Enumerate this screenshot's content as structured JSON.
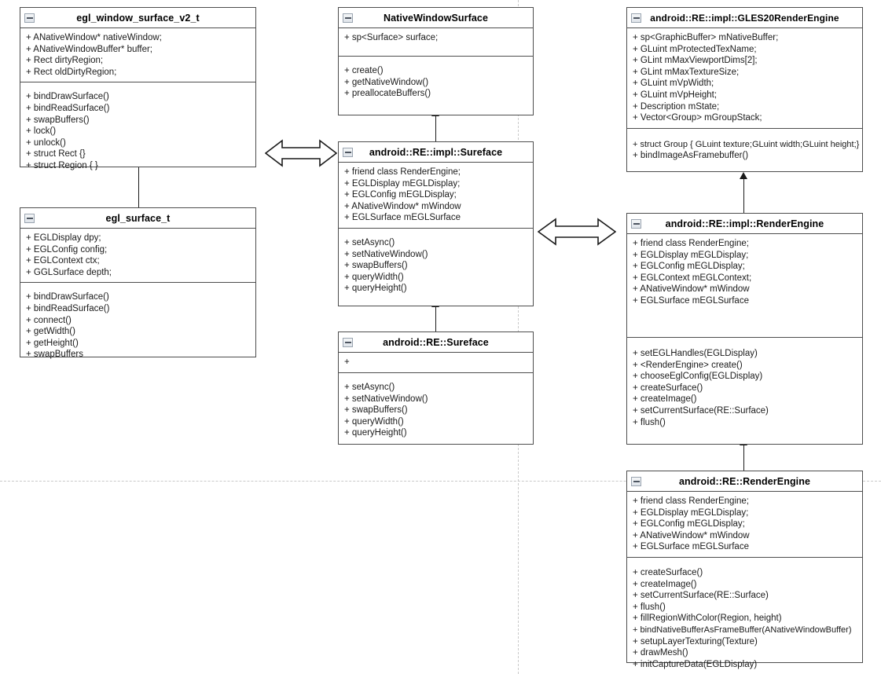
{
  "diagram": {
    "type": "uml-class-diagram",
    "title": "Android RenderEngine / EGL Surface class diagram",
    "background": "#ffffff",
    "line_color": "#1a1a1a",
    "box_border_color": "#4d4d4d",
    "guide_color": "#c9c9c9"
  },
  "icons": {
    "collapse": "collapse-icon"
  },
  "classes": [
    {
      "id": "egl_window_surface_v2_t",
      "name": "egl_window_surface_v2_t",
      "attributes": [
        "+ ANativeWindow*   nativeWindow;",
        "+ ANativeWindowBuffer*   buffer;",
        "+ Rect dirtyRegion;",
        "+ Rect oldDirtyRegion;"
      ],
      "operations": [
        "+ bindDrawSurface()",
        "+ bindReadSurface()",
        "+ swapBuffers()",
        "+ lock()",
        "+ unlock()",
        "+ struct Rect {}",
        "+ struct Region { }"
      ]
    },
    {
      "id": "egl_surface_t",
      "name": "egl_surface_t",
      "attributes": [
        "+ EGLDisplay dpy;",
        "+ EGLConfig config;",
        "+ EGLContext ctx;",
        "+ GGLSurface depth;"
      ],
      "operations": [
        "+ bindDrawSurface()",
        "+ bindReadSurface()",
        "+ connect()",
        "+ getWidth()",
        "+ getHeight()",
        "+ swapBuffers"
      ]
    },
    {
      "id": "NativeWindowSurface",
      "name": "NativeWindowSurface",
      "attributes": [
        "+ sp<Surface> surface;"
      ],
      "operations": [
        "+ create()",
        "+ getNativeWindow()",
        "+ preallocateBuffers()"
      ]
    },
    {
      "id": "android_RE_impl_Sureface",
      "name": "android::RE::impl::Sureface",
      "attributes": [
        "+ friend class RenderEngine;",
        "+ EGLDisplay mEGLDisplay;",
        "+ EGLConfig mEGLDisplay;",
        "+ ANativeWindow* mWindow",
        "+ EGLSurface mEGLSurface"
      ],
      "operations": [
        "+ setAsync()",
        "+ setNativeWindow()",
        "+ swapBuffers()",
        "+ queryWidth()",
        "+ queryHeight()"
      ]
    },
    {
      "id": "android_RE_Sureface",
      "name": "android::RE::Sureface",
      "attributes": [
        "+"
      ],
      "operations": [
        "+ setAsync()",
        "+ setNativeWindow()",
        "+ swapBuffers()",
        "+ queryWidth()",
        "+ queryHeight()"
      ]
    },
    {
      "id": "android_RE_impl_GLES20RenderEngine",
      "name": "android::RE::impl::GLES20RenderEngine",
      "attributes": [
        "+ sp<GraphicBuffer> mNativeBuffer;",
        "+ GLuint mProtectedTexName;",
        "+ GLint mMaxViewportDims[2];",
        "+ GLint mMaxTextureSize;",
        "+ GLuint mVpWidth;",
        "+ GLuint mVpHeight;",
        "+ Description mState;",
        "+ Vector<Group> mGroupStack;"
      ],
      "operations": [
        "+ struct Group { GLuint texture;GLuint width;GLuint height;}",
        "+ bindImageAsFramebuffer()"
      ]
    },
    {
      "id": "android_RE_impl_RenderEngine",
      "name": "android::RE::impl::RenderEngine",
      "attributes": [
        "+ friend class RenderEngine;",
        "+ EGLDisplay mEGLDisplay;",
        "+ EGLConfig mEGLDisplay;",
        "+ EGLContext mEGLContext;",
        "+ ANativeWindow* mWindow",
        "+ EGLSurface mEGLSurface"
      ],
      "operations": [
        "+ setEGLHandles(EGLDisplay)",
        "+ <RenderEngine> create()",
        "+ chooseEglConfig(EGLDisplay)",
        "+ createSurface()",
        "+ createImage()",
        "+ setCurrentSurface(RE::Surface)",
        "+ flush()"
      ]
    },
    {
      "id": "android_RE_RenderEngine",
      "name": "android::RE::RenderEngine",
      "attributes": [
        "+ friend class RenderEngine;",
        "+ EGLDisplay mEGLDisplay;",
        "+ EGLConfig mEGLDisplay;",
        "+ ANativeWindow* mWindow",
        "+ EGLSurface mEGLSurface"
      ],
      "operations": [
        "+ createSurface()",
        "+ createImage()",
        "+ setCurrentSurface(RE::Surface)",
        "+ flush()",
        "+ fillRegionWithColor(Region, height)",
        "+ bindNativeBufferAsFrameBuffer(ANativeWindowBuffer)",
        "+ setupLayerTexturing(Texture)",
        "+ drawMesh()",
        "+ initCaptureData(EGLDisplay)"
      ]
    }
  ],
  "connectors": [
    {
      "id": "conn-eglsurface-to-eglwindowsurface",
      "kind": "generalization",
      "from": "egl_surface_t",
      "to": "egl_window_surface_v2_t"
    },
    {
      "id": "conn-implsureface-to-nativewindowsurface",
      "kind": "generalization",
      "from": "android_RE_impl_Sureface",
      "to": "NativeWindowSurface"
    },
    {
      "id": "conn-resureface-to-implsureface",
      "kind": "generalization",
      "from": "android_RE_Sureface",
      "to": "android_RE_impl_Sureface"
    },
    {
      "id": "conn-implrenderengine-to-gles20",
      "kind": "generalization",
      "from": "android_RE_impl_RenderEngine",
      "to": "android_RE_impl_GLES20RenderEngine"
    },
    {
      "id": "conn-rerenderengine-to-implrenderengine",
      "kind": "generalization",
      "from": "android_RE_RenderEngine",
      "to": "android_RE_impl_RenderEngine"
    },
    {
      "id": "conn-eglwindow-to-nativewindowsurface",
      "kind": "bidirectional-association",
      "from": "egl_window_surface_v2_t",
      "to": "android_RE_impl_Sureface"
    },
    {
      "id": "conn-implsureface-to-implrenderengine",
      "kind": "bidirectional-association",
      "from": "android_RE_impl_Sureface",
      "to": "android_RE_impl_RenderEngine"
    }
  ]
}
